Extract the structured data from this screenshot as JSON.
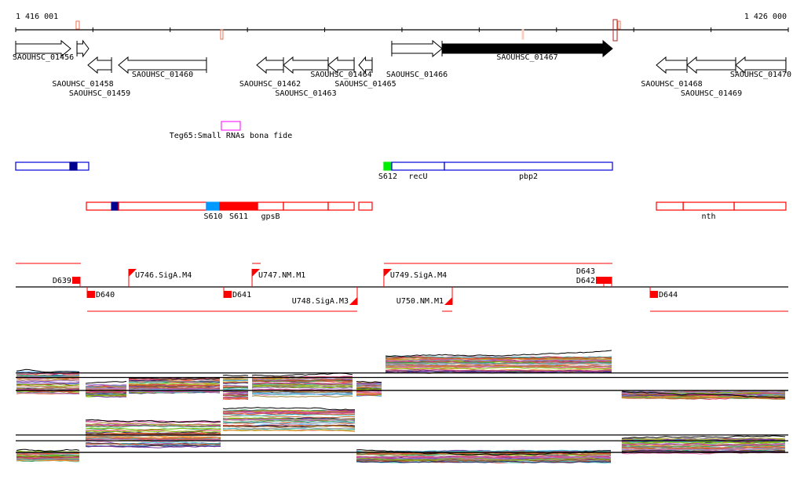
{
  "ruler": {
    "start_label": "1 416 001",
    "end_label": "1 426 000",
    "start": 1416001,
    "end": 1426000,
    "tick_step": 1000,
    "markers": [
      {
        "start": 1416783,
        "end": 1416824,
        "color": "#f07050",
        "lane": "up"
      },
      {
        "start": 1418653,
        "end": 1418683,
        "color": "#f07050",
        "lane": "down"
      },
      {
        "start": 1422555,
        "end": 1422575,
        "color": "#f8d0c0",
        "lane": "down",
        "filled": true
      },
      {
        "start": 1423734,
        "end": 1423785,
        "color": "#b02020",
        "lane": "both"
      },
      {
        "start": 1423795,
        "end": 1423825,
        "color": "#f07050",
        "lane": "up"
      }
    ]
  },
  "genes": [
    {
      "label": "SAOUHSC_01456",
      "start": 1416001,
      "end": 1416712,
      "strand": "+",
      "row": 0,
      "label_level": 0
    },
    {
      "label": "SAOUHSC_01458",
      "start": 1416794,
      "end": 1416946,
      "strand": "+",
      "row": 0,
      "label_level": 1
    },
    {
      "label": "SAOUHSC_01459",
      "start": 1416936,
      "end": 1417241,
      "strand": "-",
      "row": 1,
      "label_level": 3
    },
    {
      "label": "SAOUHSC_01460",
      "start": 1417332,
      "end": 1418470,
      "strand": "-",
      "row": 1,
      "label_level": 2
    },
    {
      "label": "SAOUHSC_01462",
      "start": 1419121,
      "end": 1419466,
      "strand": "-",
      "row": 1,
      "label_level": 4
    },
    {
      "label": "SAOUHSC_01463",
      "start": 1419466,
      "end": 1420045,
      "strand": "-",
      "row": 1,
      "label_level": 5
    },
    {
      "label": "SAOUHSC_01464",
      "start": 1420045,
      "end": 1420381,
      "strand": "-",
      "row": 1,
      "label_level": 2
    },
    {
      "label": "SAOUHSC_01465",
      "start": 1420442,
      "end": 1420614,
      "strand": "-",
      "row": 1,
      "label_level": 4
    },
    {
      "label": "SAOUHSC_01466",
      "start": 1420868,
      "end": 1421519,
      "strand": "+",
      "row": 0,
      "label_level": 2
    },
    {
      "label": "SAOUHSC_01467",
      "start": 1421519,
      "end": 1423724,
      "strand": "+",
      "row": 0,
      "label_level": 0,
      "filled": true
    },
    {
      "label": "SAOUHSC_01468",
      "start": 1424293,
      "end": 1424689,
      "strand": "-",
      "row": 1,
      "label_level": 4
    },
    {
      "label": "SAOUHSC_01469",
      "start": 1424689,
      "end": 1425319,
      "strand": "-",
      "row": 1,
      "label_level": 5
    },
    {
      "label": "SAOUHSC_01470",
      "start": 1425319,
      "end": 1425969,
      "strand": "-",
      "row": 1,
      "label_level": 2
    }
  ],
  "srna": {
    "label": "Teg65:Small RNAs bona fide",
    "start": 1418663,
    "end": 1418907,
    "color": "#ff00ff"
  },
  "blue_track": {
    "color": "#0000dd",
    "items": [
      {
        "start": 1416001,
        "end": 1416946,
        "label": ""
      },
      {
        "start": 1416702,
        "end": 1416794,
        "fill": "#000090",
        "label": ""
      },
      {
        "start": 1420766,
        "end": 1420868,
        "fill": "#00ee00",
        "label": "S612"
      },
      {
        "start": 1420868,
        "end": 1421549,
        "label": "recU"
      },
      {
        "start": 1421549,
        "end": 1423724,
        "label": "pbp2"
      }
    ]
  },
  "red_track": {
    "color": "#ff0000",
    "items": [
      {
        "start": 1416916,
        "end": 1417332,
        "label": ""
      },
      {
        "start": 1417241,
        "end": 1417332,
        "fill": "#000090",
        "label": ""
      },
      {
        "start": 1417332,
        "end": 1418470,
        "label": ""
      },
      {
        "start": 1418470,
        "end": 1418643,
        "fill": "#0099ff",
        "label": "S610"
      },
      {
        "start": 1418643,
        "end": 1419131,
        "fill": "#ff0000",
        "label": "S611"
      },
      {
        "start": 1419131,
        "end": 1419466,
        "label": "gpsB"
      },
      {
        "start": 1419466,
        "end": 1420045,
        "label": ""
      },
      {
        "start": 1420045,
        "end": 1420381,
        "label": ""
      },
      {
        "start": 1420442,
        "end": 1420614,
        "label": ""
      },
      {
        "start": 1424293,
        "end": 1424639,
        "label": ""
      },
      {
        "start": 1424639,
        "end": 1425299,
        "label": "nth"
      },
      {
        "start": 1425299,
        "end": 1425969,
        "label": ""
      }
    ]
  },
  "operons": {
    "upper_lines": [
      [
        1416001,
        1416844
      ],
      [
        1419060,
        1419172
      ],
      [
        1420766,
        1423724
      ]
    ],
    "lower_lines": [
      [
        1416926,
        1420421
      ],
      [
        1421519,
        1421651
      ],
      [
        1424212,
        1426000
      ]
    ],
    "terminators_up": [
      {
        "label": "D639",
        "pos": 1416834
      },
      {
        "label": "D642",
        "pos": 1423612
      },
      {
        "label": "D643",
        "pos": 1423714
      }
    ],
    "terminators_down": [
      {
        "label": "D640",
        "pos": 1416926
      },
      {
        "label": "D641",
        "pos": 1418694
      },
      {
        "label": "D644",
        "pos": 1424212
      }
    ],
    "promoters_fwd": [
      {
        "label": "U746.SigA.M4",
        "pos": 1417464
      },
      {
        "label": "U747.NM.M1",
        "pos": 1419060
      },
      {
        "label": "U749.SigA.M4",
        "pos": 1420766
      }
    ],
    "promoters_rev": [
      {
        "label": "U748.SigA.M3",
        "pos": 1420421
      },
      {
        "label": "U750.NM.M1",
        "pos": 1421651
      }
    ]
  },
  "chart_data": {
    "type": "line",
    "title": "",
    "x_range": [
      1416001,
      1426000
    ],
    "panels": [
      {
        "strand": "+",
        "reference_levels": [
          0.67,
          0.59,
          0.36
        ],
        "segments": [
          {
            "start": 1416001,
            "end": 1416844,
            "level": 0.5,
            "spread": 0.38
          },
          {
            "start": 1416895,
            "end": 1417454,
            "level": 0.36,
            "spread": 0.22
          },
          {
            "start": 1417454,
            "end": 1418673,
            "level": 0.44,
            "spread": 0.25
          },
          {
            "start": 1418673,
            "end": 1419049,
            "level": 0.4,
            "spread": 0.42
          },
          {
            "start": 1419049,
            "end": 1420401,
            "level": 0.43,
            "spread": 0.35
          },
          {
            "start": 1420401,
            "end": 1420777,
            "level": 0.38,
            "spread": 0.25
          },
          {
            "start": 1420777,
            "end": 1423754,
            "level": 0.82,
            "spread": 0.28
          },
          {
            "start": 1423835,
            "end": 1426000,
            "level": 0.28,
            "spread": 0.12
          }
        ]
      },
      {
        "strand": "-",
        "reference_levels": [
          0.55,
          0.46,
          0.28
        ],
        "segments": [
          {
            "start": 1416001,
            "end": 1416844,
            "level": 0.22,
            "spread": 0.15
          },
          {
            "start": 1416895,
            "end": 1418673,
            "level": 0.57,
            "spread": 0.4
          },
          {
            "start": 1418673,
            "end": 1420401,
            "level": 0.78,
            "spread": 0.32
          },
          {
            "start": 1420401,
            "end": 1423754,
            "level": 0.22,
            "spread": 0.18
          },
          {
            "start": 1423835,
            "end": 1426000,
            "level": 0.38,
            "spread": 0.22
          }
        ]
      }
    ],
    "series_colors": [
      "#e06030",
      "#80c000",
      "#a080d0",
      "#c04090",
      "#60b0f0",
      "#a08030",
      "#d04040",
      "#202060",
      "#f0a040",
      "#30a060",
      "#e070b0",
      "#909090",
      "#c07040",
      "#7030a0",
      "#e04070",
      "#40c0c0",
      "#b0b030",
      "#805020"
    ]
  }
}
